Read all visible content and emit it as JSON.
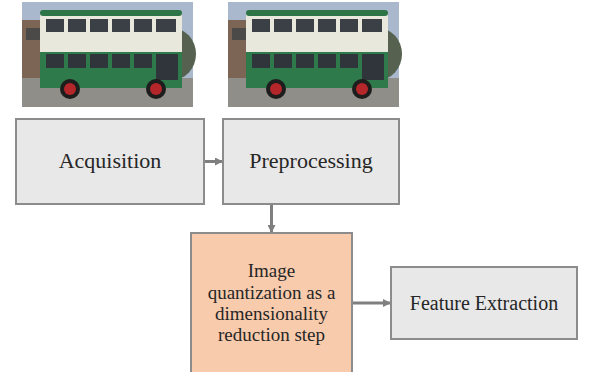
{
  "diagram": {
    "nodes": [
      {
        "text": [
          "Acquisition"
        ]
      },
      {
        "text": [
          "Preprocessing"
        ]
      },
      {
        "text": [
          "Image quantization as a dimensionality reduction step"
        ]
      },
      {
        "text": [
          "Feature Extraction"
        ]
      }
    ],
    "edges": [
      {
        "from": 0,
        "to": 1,
        "arrow": "to"
      },
      {
        "from": 1,
        "to": 2,
        "arrow": "to"
      },
      {
        "from": 2,
        "to": 3,
        "arrow": "to"
      }
    ]
  }
}
